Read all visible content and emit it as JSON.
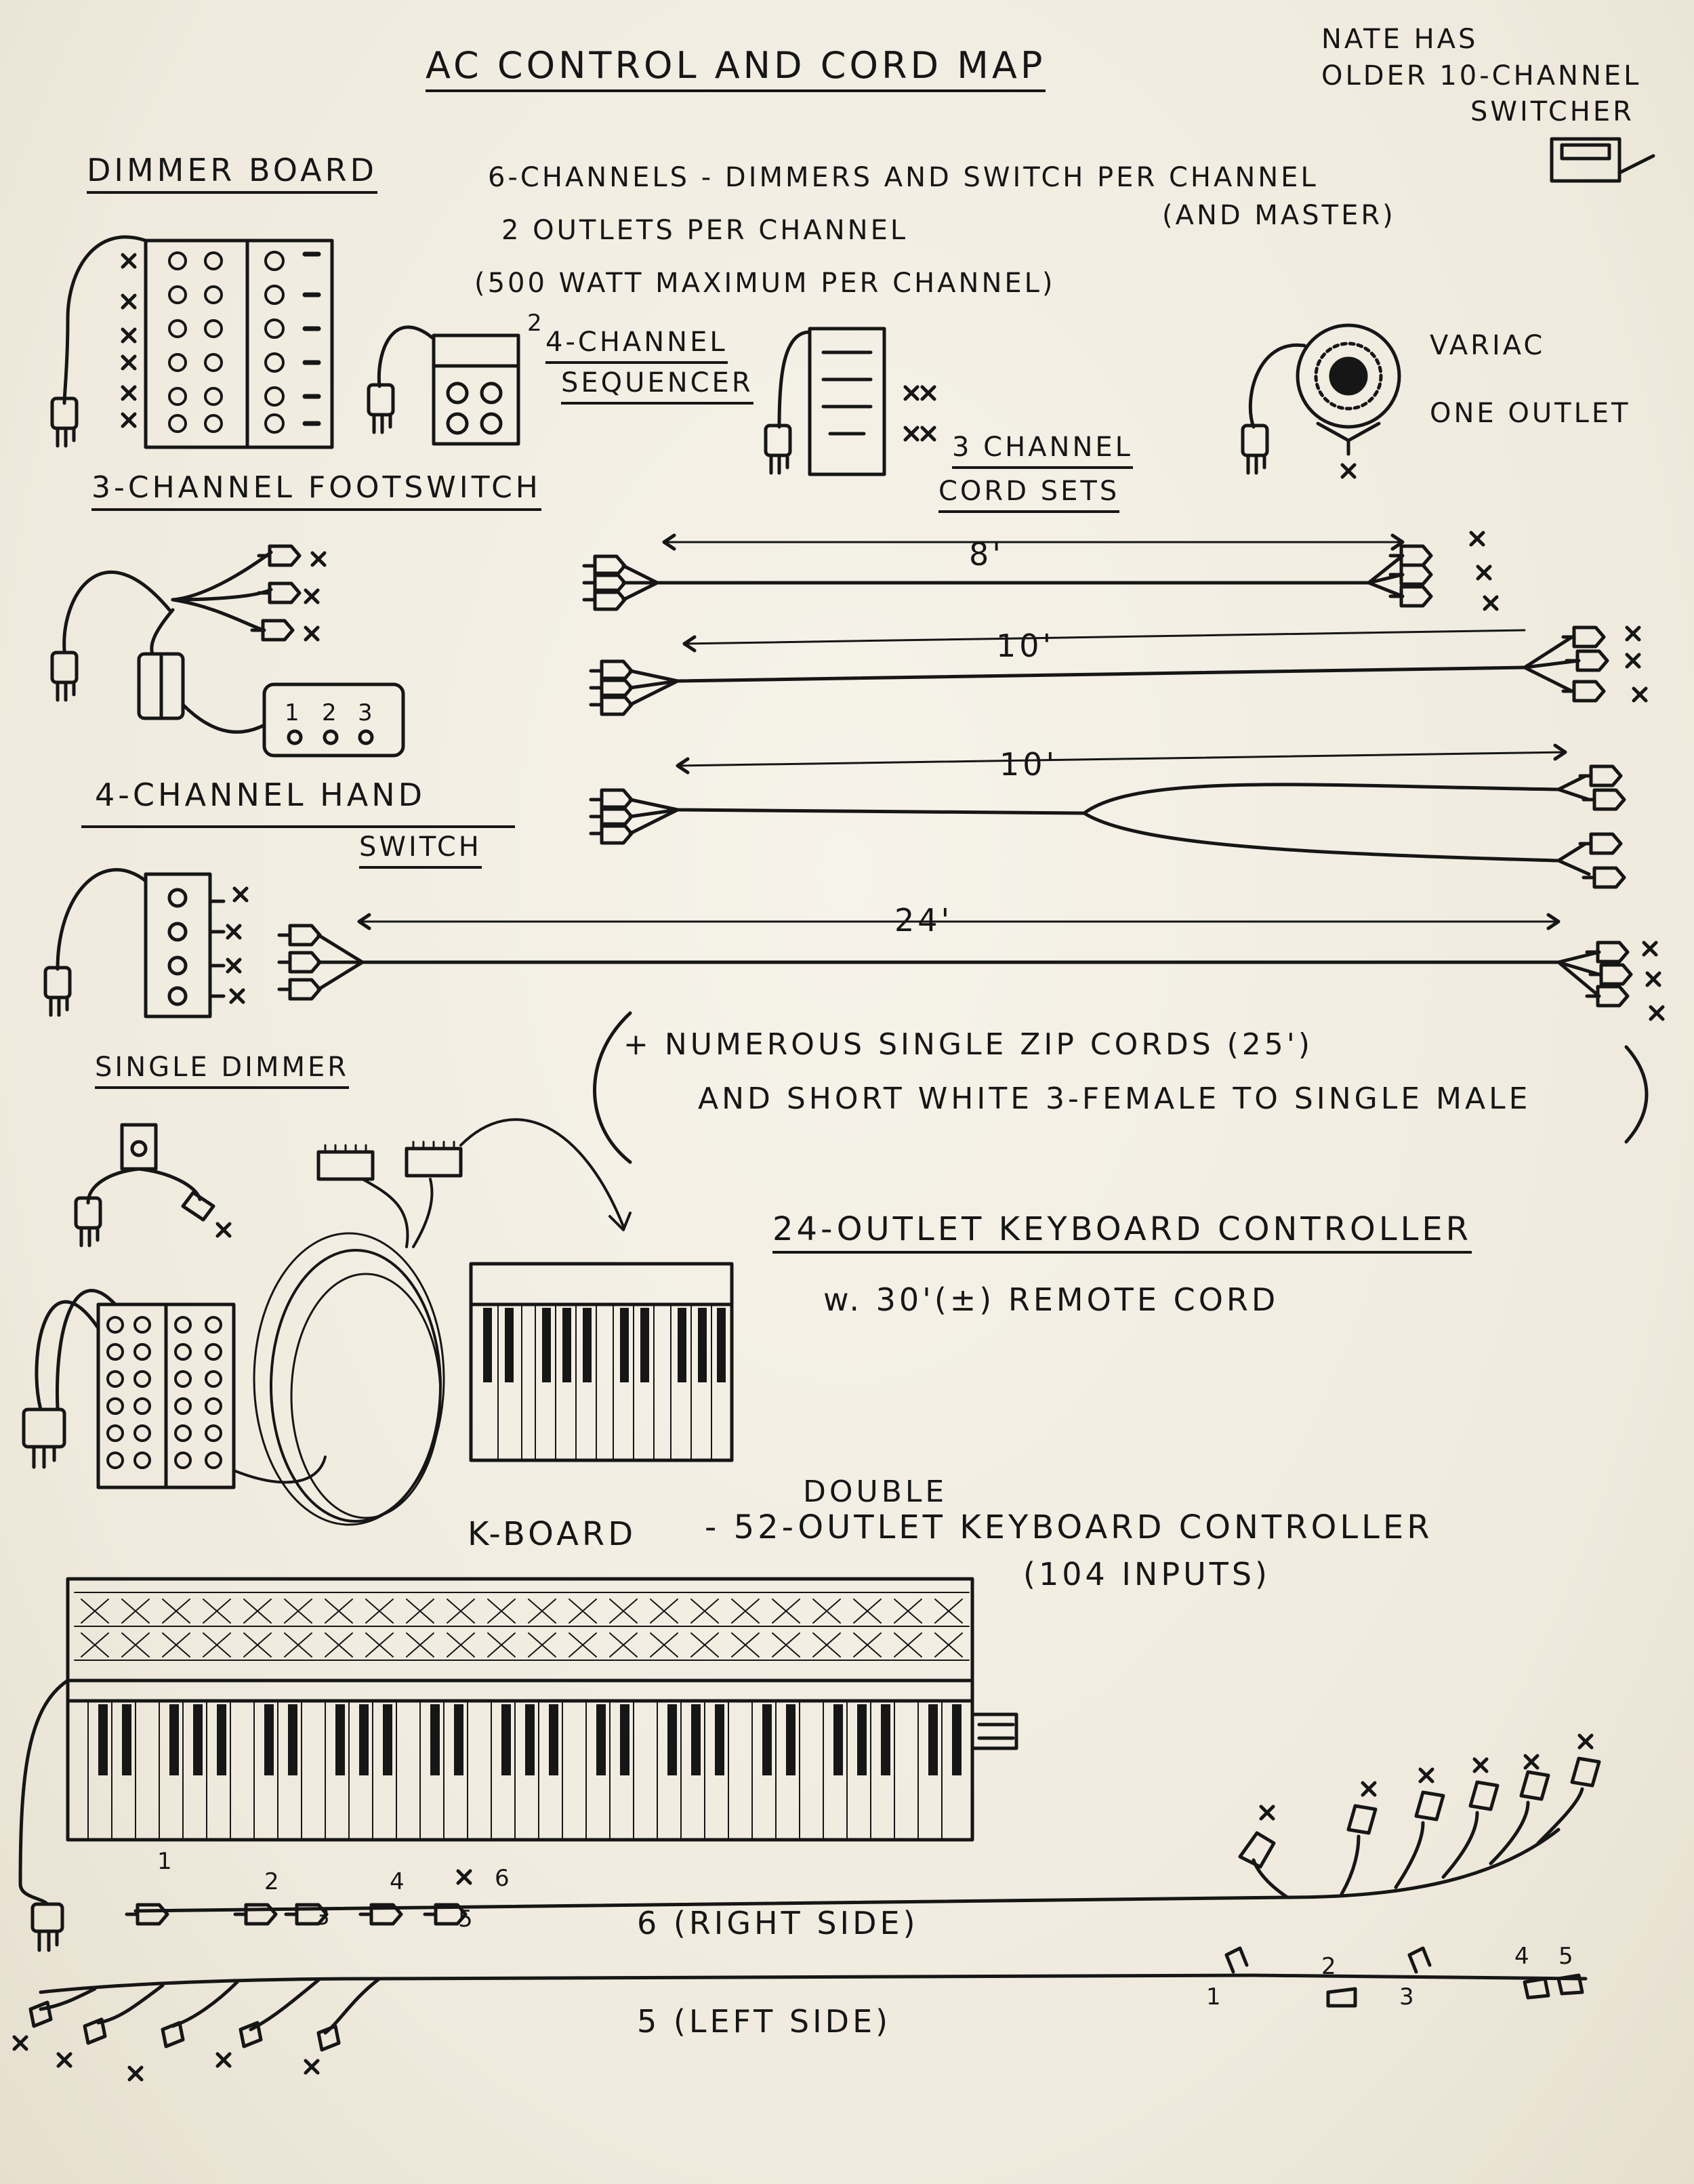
{
  "title": "AC CONTROL AND CORD MAP",
  "note": {
    "line1": "NATE HAS",
    "line2": "OLDER 10-CHANNEL",
    "line3": "SWITCHER"
  },
  "dimmer_board": {
    "label": "DIMMER BOARD",
    "desc1": "6-CHANNELS - DIMMERS AND SWITCH PER CHANNEL",
    "desc1b": "(AND MASTER)",
    "desc2": "2 OUTLETS PER CHANNEL",
    "desc3": "(500 WATT MAXIMUM PER CHANNEL)"
  },
  "sequencer": {
    "num": "2",
    "line1": "4-CHANNEL",
    "line2": "SEQUENCER"
  },
  "variac": {
    "line1": "VARIAC",
    "line2": "ONE OUTLET"
  },
  "footswitch": {
    "label": "3-CHANNEL FOOTSWITCH",
    "keys": [
      "1",
      "2",
      "3"
    ]
  },
  "cord_sets": {
    "line1": "3 CHANNEL",
    "line2": "CORD SETS",
    "lengths": [
      "8'",
      "10'",
      "10'",
      "24'"
    ]
  },
  "hand_switch": {
    "line1": "4-CHANNEL HAND",
    "line2": "SWITCH"
  },
  "single_dimmer": {
    "label": "SINGLE DIMMER"
  },
  "zip_note": {
    "line1": "+ NUMEROUS SINGLE ZIP CORDS (25')",
    "line2": "AND SHORT WHITE 3-FEMALE TO SINGLE MALE"
  },
  "keyboard_controller": {
    "label": "24-OUTLET KEYBOARD CONTROLLER",
    "desc": "w. 30'(±) REMOTE CORD"
  },
  "kboard": {
    "prefix": "K-BOARD",
    "double": "DOUBLE",
    "label": "- 52-OUTLET KEYBOARD CONTROLLER",
    "inputs": "(104 INPUTS)"
  },
  "right_side": {
    "label": "6 (RIGHT SIDE)",
    "numbers": [
      "1",
      "2",
      "3",
      "4",
      "5",
      "6"
    ]
  },
  "left_side": {
    "label": "5 (LEFT SIDE)",
    "numbers": [
      "1",
      "2",
      "3",
      "4",
      "5"
    ]
  },
  "colors": {
    "ink": "#161616",
    "paper": "#f1ede2"
  }
}
